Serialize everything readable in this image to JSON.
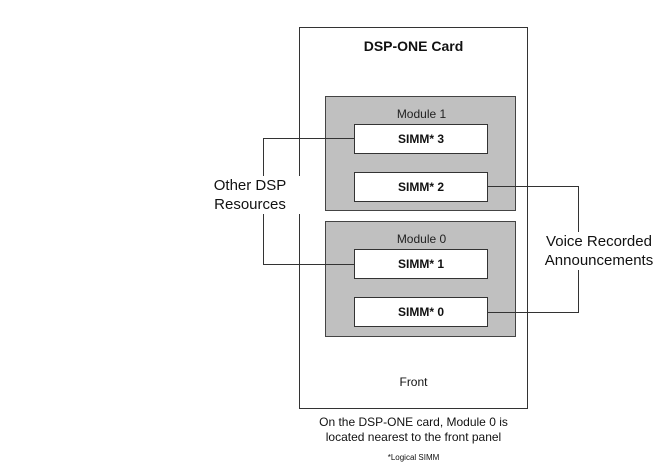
{
  "card": {
    "title": "DSP-ONE Card",
    "front_label": "Front"
  },
  "modules": [
    {
      "label": "Module 1",
      "simms": [
        "SIMM* 3",
        "SIMM* 2"
      ]
    },
    {
      "label": "Module 0",
      "simms": [
        "SIMM* 1",
        "SIMM* 0"
      ]
    }
  ],
  "connections": {
    "left": {
      "label_line1": "Other DSP",
      "label_line2": "Resources",
      "connects": [
        "SIMM* 3",
        "SIMM* 1"
      ]
    },
    "right": {
      "label_line1": "Voice Recorded",
      "label_line2": "Announcements",
      "connects": [
        "SIMM* 2",
        "SIMM* 0"
      ]
    }
  },
  "caption": {
    "line1": "On the DSP-ONE card, Module 0 is",
    "line2": "located nearest to the front panel"
  },
  "footnote": "*Logical SIMM",
  "colors": {
    "module_fill": "#c0c0c0",
    "line": "#333333"
  }
}
